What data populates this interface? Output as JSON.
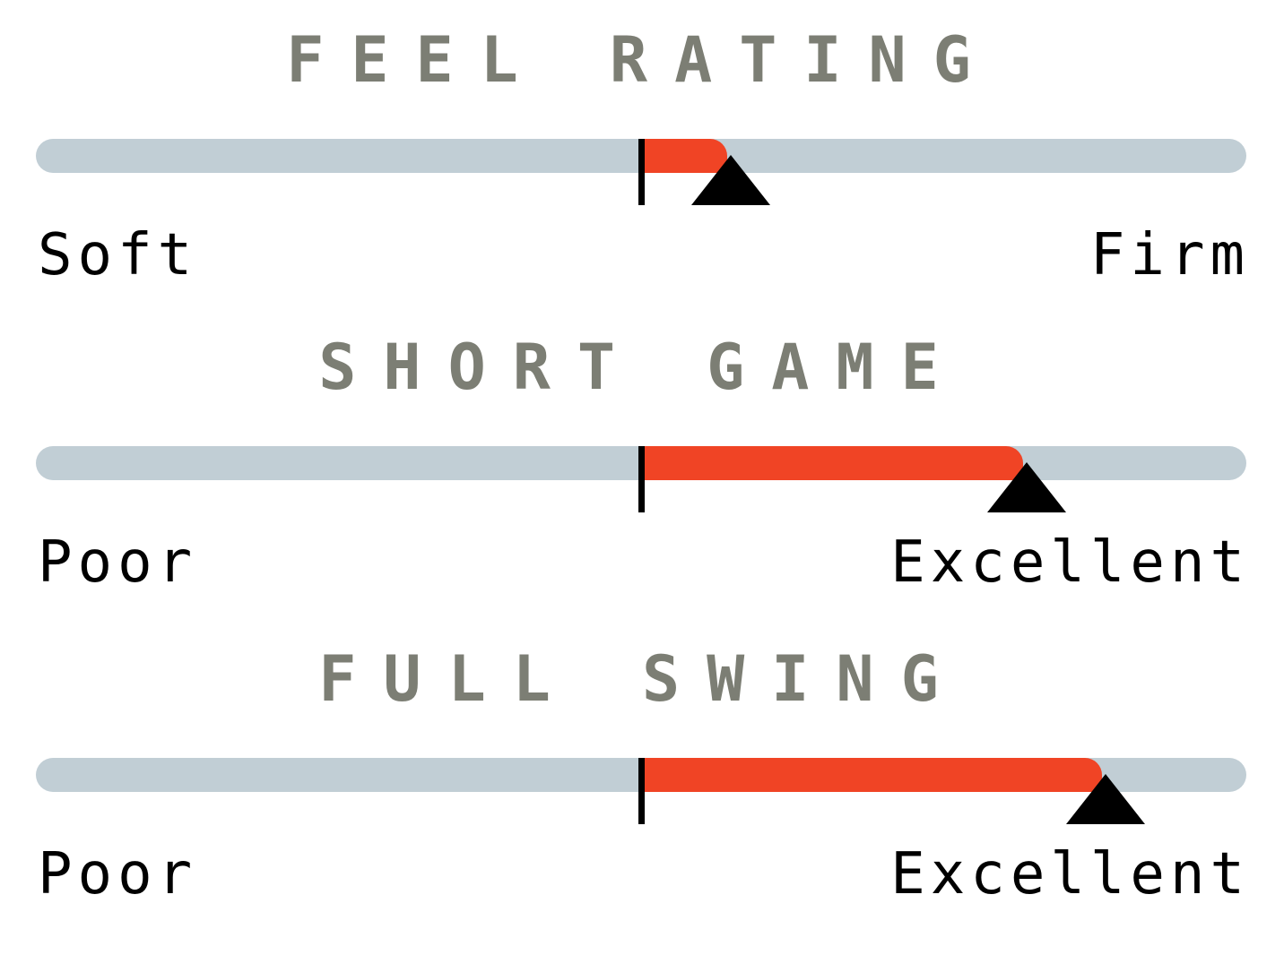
{
  "colors": {
    "title": "#7c7e74",
    "track": "#c1ced5",
    "fill": "#f04425",
    "marker": "#000000",
    "label": "#000000"
  },
  "ratings": [
    {
      "title": "FEEL RATING",
      "min_label": "Soft",
      "max_label": "Firm",
      "value": 0.14
    },
    {
      "title": "SHORT GAME",
      "min_label": "Poor",
      "max_label": "Excellent",
      "value": 0.63
    },
    {
      "title": "FULL SWING",
      "min_label": "Poor",
      "max_label": "Excellent",
      "value": 0.76
    }
  ]
}
